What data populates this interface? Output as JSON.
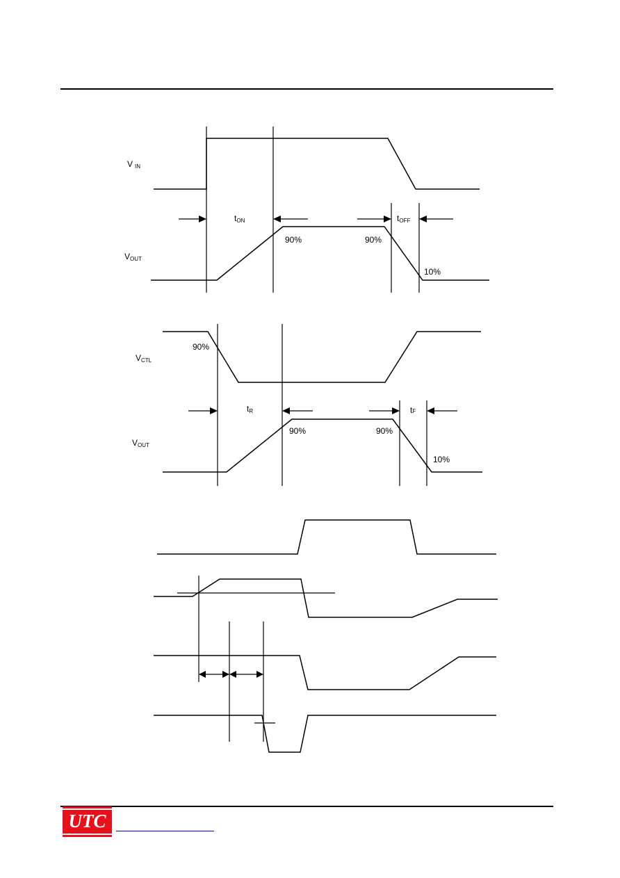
{
  "logo": {
    "text": "UTC",
    "color": "#e8101a"
  },
  "diagram1": {
    "input_label": "V",
    "input_sub": "IN",
    "output_label": "V",
    "output_sub": "OUT",
    "t_on": "t",
    "t_on_sub": "ON",
    "t_off": "t",
    "t_off_sub": "OFF",
    "p90a": "90%",
    "p90b": "90%",
    "p10": "10%"
  },
  "diagram2": {
    "input_label": "V",
    "input_sub": "CTL",
    "output_label": "V",
    "output_sub": "OUT",
    "t_r": "t",
    "t_r_sub": "R",
    "t_f": "t",
    "t_f_sub": "F",
    "p90in": "90%",
    "p90a": "90%",
    "p90b": "90%",
    "p10": "10%"
  },
  "colors": {
    "line": "#000000",
    "link": "#0000ee"
  }
}
